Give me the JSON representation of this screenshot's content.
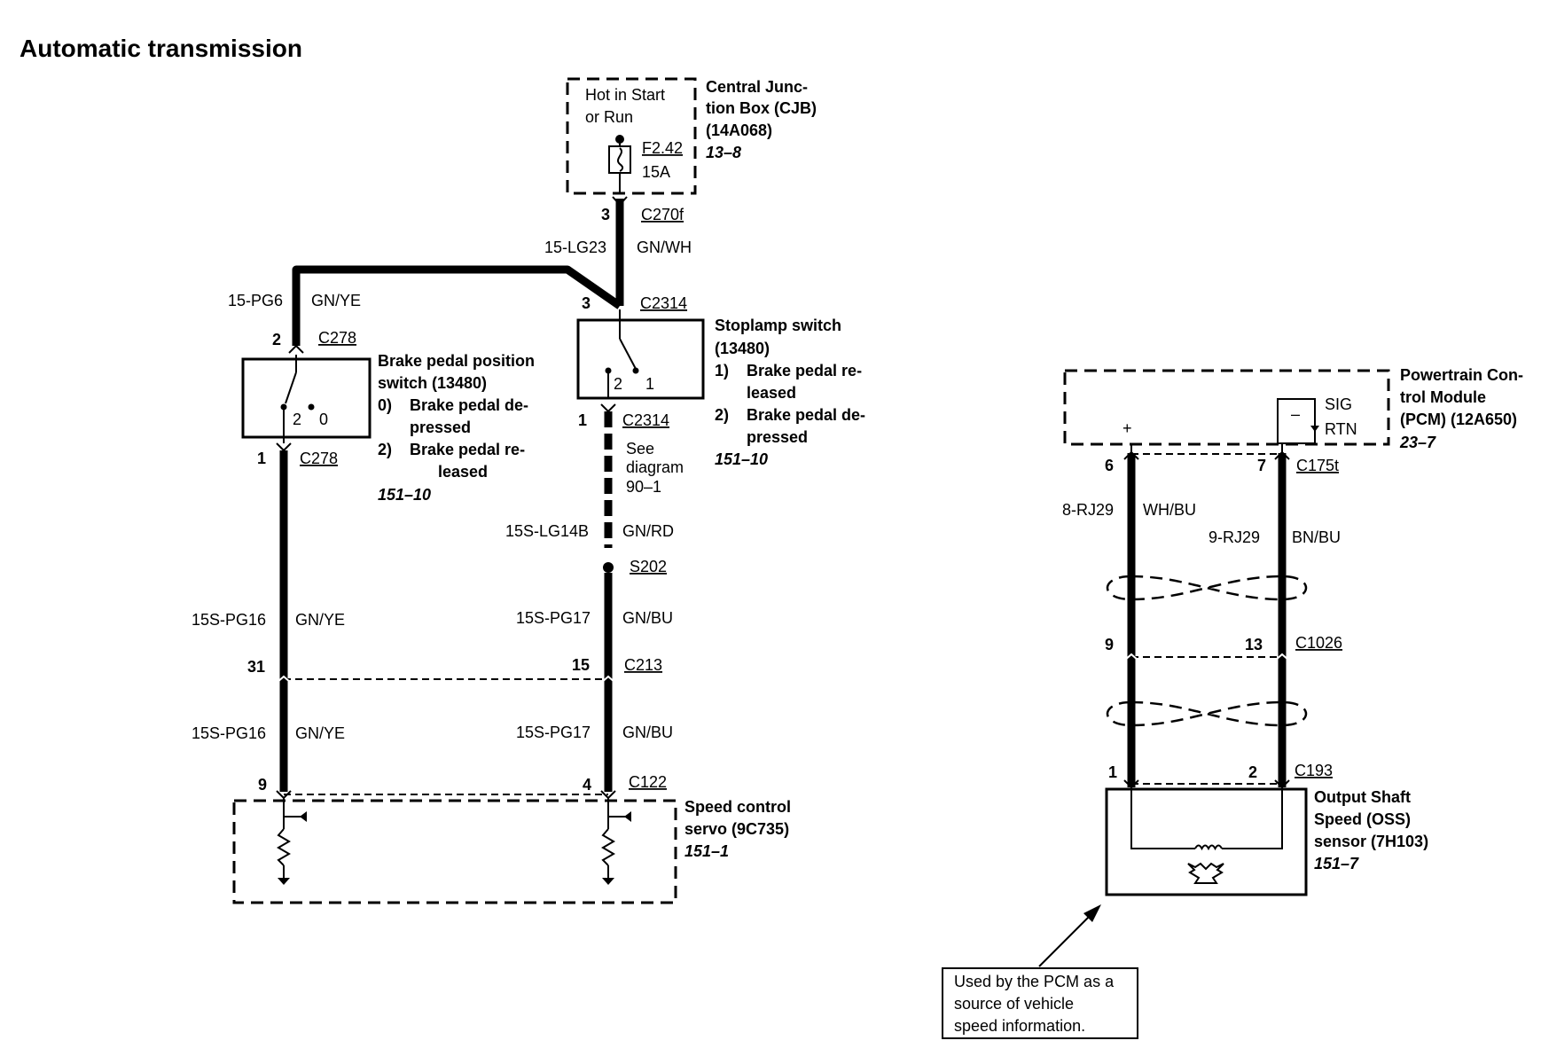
{
  "title": "Automatic transmission",
  "cjb": {
    "hot": [
      "Hot in Start",
      "or Run"
    ],
    "fuse": "F2.42",
    "amps": "15A",
    "label": [
      "Central Junc-",
      "tion Box (CJB)",
      "(14A068)"
    ],
    "ref": "13–8"
  },
  "wires": {
    "c270f": {
      "pin": "3",
      "conn": "C270f"
    },
    "w15lg23": {
      "id": "15-LG23",
      "color": "GN/WH"
    },
    "w15pg6": {
      "id": "15-PG6",
      "color": "GN/YE"
    },
    "c2314_top": {
      "pin": "3",
      "conn": "C2314"
    },
    "c278_top": {
      "pin": "2",
      "conn": "C278"
    },
    "c278_bot": {
      "pin": "1",
      "conn": "C278"
    },
    "c2314_bot": {
      "pin": "1",
      "conn": "C2314"
    },
    "see": [
      "See",
      "diagram",
      "90–1"
    ],
    "w15slg14b": {
      "id": "15S-LG14B",
      "color": "GN/RD"
    },
    "s202": "S202",
    "w15spg16a": {
      "id": "15S-PG16",
      "color": "GN/YE"
    },
    "w15spg17a": {
      "id": "15S-PG17",
      "color": "GN/BU"
    },
    "c213": {
      "pin_left": "31",
      "pin_right": "15",
      "conn": "C213"
    },
    "w15spg16b": {
      "id": "15S-PG16",
      "color": "GN/YE"
    },
    "w15spg17b": {
      "id": "15S-PG17",
      "color": "GN/BU"
    },
    "c122": {
      "pin_left": "9",
      "pin_right": "4",
      "conn": "C122"
    }
  },
  "bpp_switch": {
    "pins": [
      "2",
      "0"
    ],
    "label": [
      "Brake pedal position",
      "switch (13480)"
    ],
    "items": [
      {
        "num": "0)",
        "lines": [
          "Brake pedal de-",
          "pressed"
        ]
      },
      {
        "num": "2)",
        "lines": [
          "Brake pedal re-",
          "leased"
        ]
      }
    ],
    "ref": "151–10"
  },
  "stoplamp": {
    "pins": [
      "2",
      "1"
    ],
    "label": [
      "Stoplamp switch",
      "(13480)"
    ],
    "items": [
      {
        "num": "1)",
        "lines": [
          "Brake pedal re-",
          "leased"
        ]
      },
      {
        "num": "2)",
        "lines": [
          "Brake pedal de-",
          "pressed"
        ]
      }
    ],
    "ref": "151–10"
  },
  "servo": {
    "label": [
      "Speed control",
      "servo (9C735)"
    ],
    "ref": "151–1"
  },
  "pcm": {
    "label": [
      "Powertrain Con-",
      "trol Module",
      "(PCM) (12A650)"
    ],
    "ref": "23–7",
    "plus": "+",
    "minus": "–",
    "sig": "SIG",
    "rtn": "RTN"
  },
  "c175t": {
    "pin_left": "6",
    "pin_right": "7",
    "conn": "C175t"
  },
  "w8rj29": {
    "id": "8-RJ29",
    "color": "WH/BU"
  },
  "w9rj29": {
    "id": "9-RJ29",
    "color": "BN/BU"
  },
  "c1026": {
    "pin_left": "9",
    "pin_right": "13",
    "conn": "C1026"
  },
  "c193": {
    "pin_left": "1",
    "pin_right": "2",
    "conn": "C193"
  },
  "oss": {
    "label": [
      "Output Shaft",
      "Speed (OSS)",
      "sensor (7H103)"
    ],
    "ref": "151–7"
  },
  "note": [
    "Used by the PCM as a",
    "source of vehicle",
    "speed information."
  ]
}
